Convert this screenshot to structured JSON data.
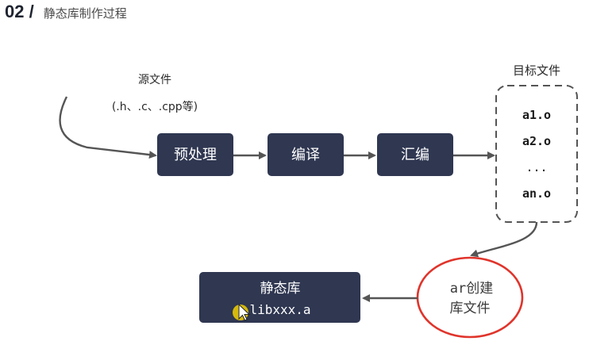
{
  "header": {
    "number": "02 /",
    "title": "静态库制作过程"
  },
  "source": {
    "title": "源文件",
    "subtitle": "(.h、.c、.cpp等)"
  },
  "steps": [
    {
      "label": "预处理"
    },
    {
      "label": "编译"
    },
    {
      "label": "汇编"
    }
  ],
  "target": {
    "title": "目标文件",
    "files": [
      "a1.o",
      "a2.o",
      "...",
      "an.o"
    ]
  },
  "ar_step": {
    "line1_mono": "ar",
    "line1_rest": "创建",
    "line2": "库文件"
  },
  "library": {
    "title": "静态库",
    "filename": "libxxx.a"
  },
  "colors": {
    "box_fill": "#2f3751",
    "arrow": "#555555",
    "highlight_ring": "#e0342b",
    "cursor_highlight": "#f2d000"
  }
}
